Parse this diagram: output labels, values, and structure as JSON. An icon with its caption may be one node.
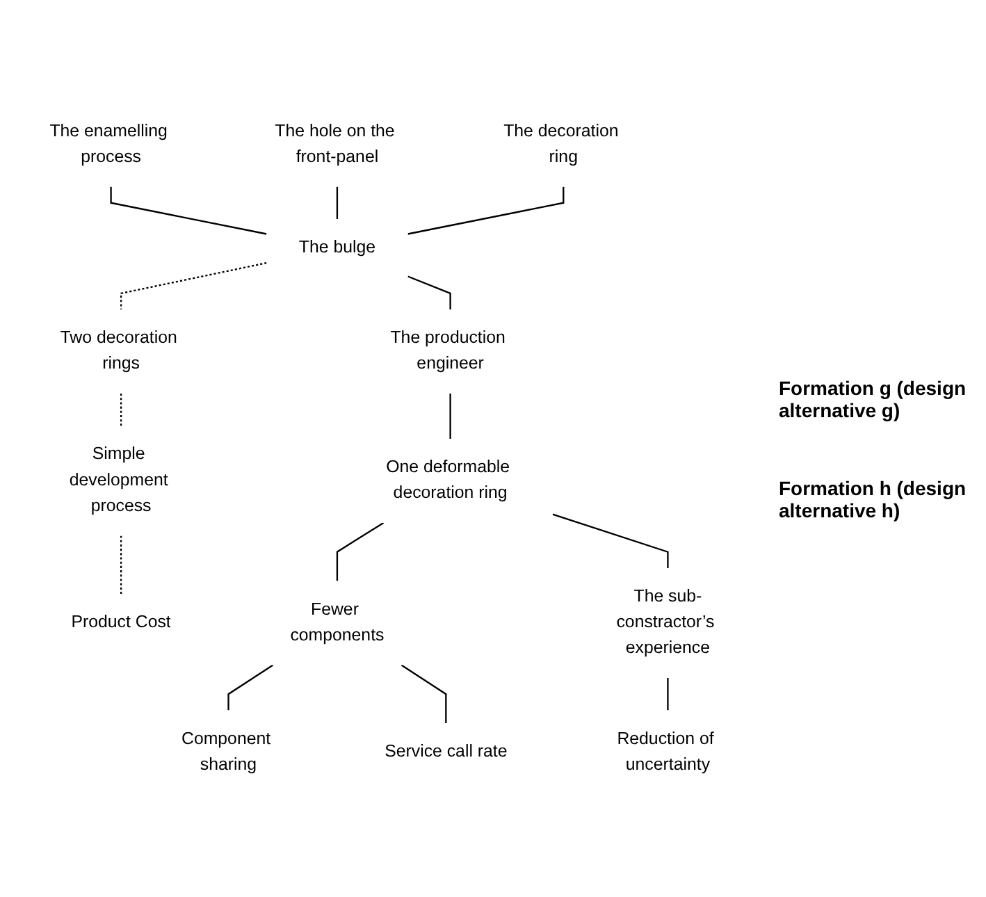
{
  "diagram": {
    "nodes": [
      {
        "text": [
          "The enamelling process"
        ]
      },
      {
        "text": [
          "The hole on the front-panel"
        ]
      },
      {
        "text": [
          "The decoration ring"
        ]
      },
      {
        "text": [
          "The bulge"
        ]
      },
      {
        "text": [
          "Two decoration rings"
        ]
      },
      {
        "text": [
          "The production engineer"
        ]
      },
      {
        "text": [
          "Simple development process"
        ]
      },
      {
        "text": [
          "Product Cost"
        ]
      },
      {
        "text": [
          "One deformable decoration ring"
        ]
      },
      {
        "text": [
          "Fewer components"
        ]
      },
      {
        "text": [
          "The sub-constractor’s experience"
        ]
      },
      {
        "text": [
          "Reduction of uncertainty"
        ]
      },
      {
        "text": [
          "Component sharing"
        ]
      },
      {
        "text": [
          "Service call rate"
        ]
      }
    ],
    "edges": [
      {
        "from": 0,
        "to": 3,
        "arrow": "none"
      },
      {
        "from": 1,
        "to": 3,
        "arrow": "none"
      },
      {
        "from": 2,
        "to": 3,
        "arrow": "none"
      },
      {
        "from": 3,
        "to": 4,
        "arrow": "none",
        "style": "dashed"
      },
      {
        "from": 3,
        "to": 5,
        "arrow": "none"
      },
      {
        "from": 4,
        "to": 6,
        "arrow": "none",
        "style": "dashed"
      },
      {
        "from": 6,
        "to": 7,
        "arrow": "none",
        "style": "dashed"
      },
      {
        "from": 5,
        "to": 8,
        "arrow": "none"
      },
      {
        "from": 8,
        "to": 9,
        "arrow": "none"
      },
      {
        "from": 8,
        "to": 10,
        "arrow": "none"
      },
      {
        "from": 10,
        "to": 11,
        "arrow": "none"
      },
      {
        "from": 9,
        "to": 12,
        "arrow": "none"
      },
      {
        "from": 9,
        "to": 13,
        "arrow": "none"
      }
    ],
    "labels": [
      "Formation g (design alternative g)",
      "Formation h (design alternative h)"
    ]
  }
}
